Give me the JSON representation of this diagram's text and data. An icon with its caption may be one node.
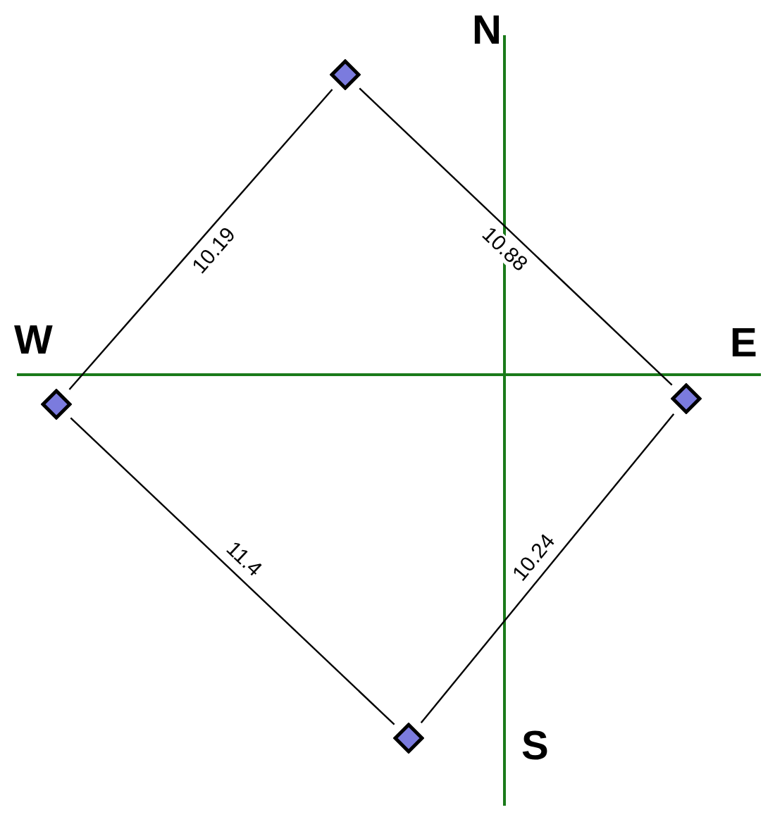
{
  "diagram": {
    "nodes": [
      {
        "text": [],
        "shape": "diamond"
      },
      {
        "text": [],
        "shape": "diamond"
      },
      {
        "text": [],
        "shape": "diamond"
      },
      {
        "text": [],
        "shape": "diamond"
      }
    ],
    "edges": [
      {
        "from": 1,
        "to": 0,
        "arrow": "none",
        "label": "10.19"
      },
      {
        "from": 0,
        "to": 2,
        "arrow": "none",
        "label": "10.88"
      },
      {
        "from": 1,
        "to": 3,
        "arrow": "none",
        "label": "11.4"
      },
      {
        "from": 3,
        "to": 2,
        "arrow": "none",
        "label": "10.24"
      }
    ],
    "labels": [
      "N",
      "W",
      "E",
      "S"
    ]
  }
}
